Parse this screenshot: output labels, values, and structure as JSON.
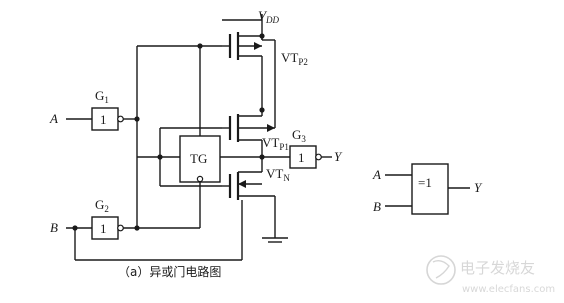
{
  "caption": "（a）异或门电路图",
  "labels": {
    "vdd_main": "V",
    "vdd_sub": "DD",
    "vtp2_main": "VT",
    "vtp2_sub": "P2",
    "vtp1_main": "VT",
    "vtp1_sub": "P1",
    "vtn_main": "VT",
    "vtn_sub": "N",
    "g1_main": "G",
    "g1_sub": "1",
    "g2_main": "G",
    "g2_sub": "2",
    "g3_main": "G",
    "g3_sub": "3",
    "tg": "TG",
    "input_a": "A",
    "input_b": "B",
    "output_y": "Y"
  },
  "gates": {
    "g1_symbol": "1",
    "g2_symbol": "1",
    "g3_symbol": "1",
    "xor_symbol": "=1"
  },
  "xor_symbol_block": {
    "input_a": "A",
    "input_b": "B",
    "output_y": "Y"
  },
  "watermark": {
    "line1": "电子发烧友",
    "line2": "www.elecfans.com"
  }
}
